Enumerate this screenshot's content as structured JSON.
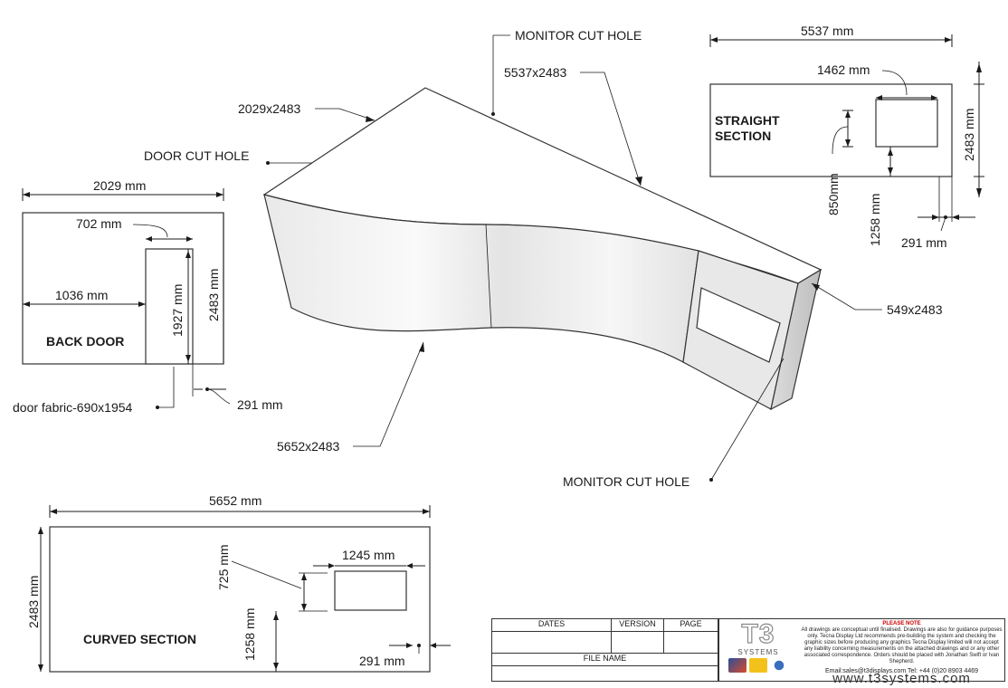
{
  "main_view": {
    "label_monitor_cut_hole_top": "MONITOR CUT HOLE",
    "label_panel_5537": "5537x2483",
    "label_panel_2029": "2029x2483",
    "label_door_cut_hole": "DOOR CUT HOLE",
    "label_panel_549": "549x2483",
    "label_panel_5652": "5652x2483",
    "label_monitor_cut_hole_bottom": "MONITOR CUT HOLE"
  },
  "straight_section": {
    "title_line1": "STRAIGHT",
    "title_line2": "SECTION",
    "width": "5537 mm",
    "hole_width": "1462 mm",
    "height": "2483 mm",
    "hole_from_top": "850mm",
    "hole_from_bottom": "1258 mm",
    "edge_offset": "291 mm"
  },
  "back_door": {
    "title": "BACK DOOR",
    "width": "2029 mm",
    "door_offset_top": "702 mm",
    "door_from_left": "1036 mm",
    "door_height": "1927 mm",
    "height": "2483 mm",
    "edge_offset": "291 mm",
    "door_fabric": "door fabric-690x1954"
  },
  "curved_section": {
    "title": "CURVED SECTION",
    "width": "5652 mm",
    "height": "2483 mm",
    "hole_width": "1245 mm",
    "hole_from_top": "725 mm",
    "hole_from_bottom": "1258 mm",
    "edge_offset": "291 mm"
  },
  "title_block": {
    "dates": "DATES",
    "version": "VERSION",
    "page": "PAGE",
    "file_name": "FILE NAME",
    "logo_text": "T3",
    "logo_sub": "SYSTEMS",
    "notice_title": "PLEASE NOTE",
    "notice_body": "All drawings are conceptual until finalised. Drawings are also for guidance purposes only. Tecna Display Ltd recommends pre-building the system and checking the graphic sizes before producing any graphics Tecna Display limited will not accept any liability concerning measurements on the attached drawings and or any other associated correspondence. Orders should be placed with Jonathan Swift or Ivan Shepherd.",
    "contact": "Email:sales@t3displays.com   Tel: +44 (0)20 8903 4469",
    "website": "www.t3systems.com"
  },
  "colors": {
    "line": "#1a1a1a",
    "panel_fill": "#ffffff",
    "curved_shade": "#e6e6e6",
    "side_shade": "#c8c8c8",
    "notice_red": "#cc0000"
  }
}
